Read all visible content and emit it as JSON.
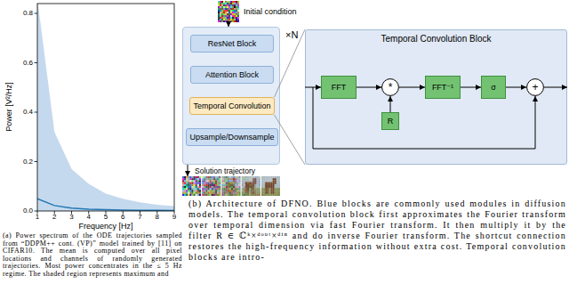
{
  "diagram": {
    "nodes": [
      {
        "text": [
          "Initial condition"
        ]
      },
      {
        "text": [
          "×N"
        ]
      },
      {
        "text": [
          "ResNet Block"
        ],
        "in": 1
      },
      {
        "text": [
          "Attention Block"
        ],
        "in": 1
      },
      {
        "text": [
          "Temporal Convolution"
        ],
        "in": 1
      },
      {
        "text": [
          "Upsample/Downsample"
        ],
        "in": 1
      },
      {
        "text": [
          "Solution trajectory"
        ]
      },
      {
        "text": [
          "Temporal Convolution Block"
        ]
      },
      {
        "text": [
          "FFT"
        ],
        "in": 7
      },
      {
        "text": [
          "*"
        ],
        "in": 7
      },
      {
        "text": [
          "R"
        ],
        "in": 7
      },
      {
        "text": [
          "FFT⁻¹"
        ],
        "in": 7
      },
      {
        "text": [
          "σ"
        ],
        "in": 7
      },
      {
        "text": [
          "+"
        ],
        "in": 7
      }
    ],
    "edges": [
      {
        "from": 0,
        "to": 1,
        "arrow": "to"
      },
      {
        "from": 1,
        "to": 6,
        "arrow": "to"
      },
      {
        "from": 4,
        "to": 7,
        "arrow": "none"
      },
      {
        "from": 4,
        "to": 7,
        "arrow": "none"
      },
      {
        "from": 8,
        "to": 9,
        "arrow": "to"
      },
      {
        "from": 10,
        "to": 9,
        "arrow": "to"
      },
      {
        "from": 9,
        "to": 11,
        "arrow": "to"
      },
      {
        "from": 11,
        "to": 12,
        "arrow": "to"
      },
      {
        "from": 12,
        "to": 13,
        "arrow": "to"
      }
    ],
    "labels": [
      "0.8",
      "0.6",
      "0.4",
      "0.2",
      "0.0",
      "1",
      "2",
      "3",
      "4",
      "5",
      "6",
      "7",
      "8",
      "9",
      "Power [V²/Hz]",
      "Frequency [Hz]",
      "(a) Power spectrum of the ODE trajectories sampled from “DDPM++ cont. (VP)” model trained by [11] on CIFAR10. The mean is computed over all pixel locations and channels of randomly generated trajectories. Most power concentrates in the ≤ 5 Hz regime. The shaded region represents maximum and",
      "(b) Architecture of DFNO. Blue blocks are commonly used modules in diffusion models. The temporal convolution block first approximates the Fourier transform over temporal dimension via fast Fourier transform. It then multiply it by the filter R ∈ ℂᵏ×ᵈᵒᵘᵗ×ᵈⁱⁿ and do inverse Fourier transform. The shortcut connection restores the high-frequency information without extra cost. Temporal convolution blocks are intro-"
    ]
  }
}
